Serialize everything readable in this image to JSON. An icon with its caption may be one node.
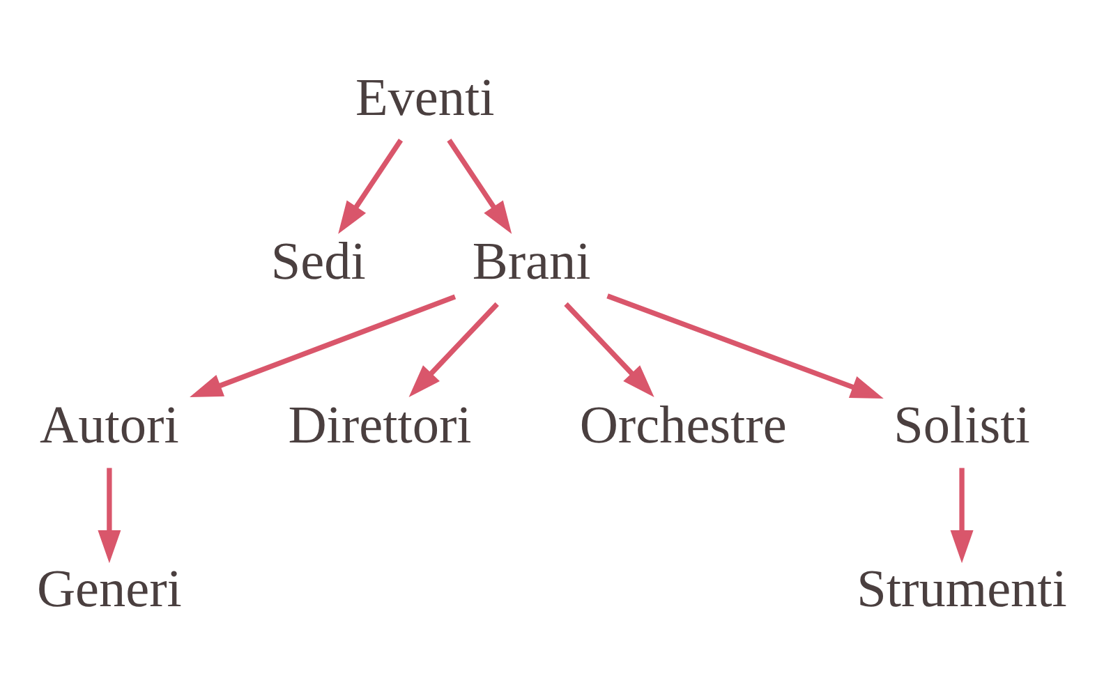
{
  "diagram": {
    "nodes": [
      {
        "text": [
          "Eventi"
        ]
      },
      {
        "text": [
          "Sedi"
        ]
      },
      {
        "text": [
          "Brani"
        ]
      },
      {
        "text": [
          "Autori"
        ]
      },
      {
        "text": [
          "Generi"
        ]
      },
      {
        "text": [
          "Direttori"
        ]
      },
      {
        "text": [
          "Orchestre"
        ]
      },
      {
        "text": [
          "Solisti"
        ]
      },
      {
        "text": [
          "Strumenti"
        ]
      }
    ],
    "edges": [
      {
        "from": 0,
        "to": 1,
        "arrow": "to"
      },
      {
        "from": 0,
        "to": 2,
        "arrow": "to"
      },
      {
        "from": 2,
        "to": 3,
        "arrow": "to"
      },
      {
        "from": 3,
        "to": 4,
        "arrow": "to"
      },
      {
        "from": 2,
        "to": 5,
        "arrow": "to"
      },
      {
        "from": 2,
        "to": 6,
        "arrow": "to"
      },
      {
        "from": 2,
        "to": 7,
        "arrow": "to"
      },
      {
        "from": 7,
        "to": 8,
        "arrow": "to"
      }
    ]
  }
}
